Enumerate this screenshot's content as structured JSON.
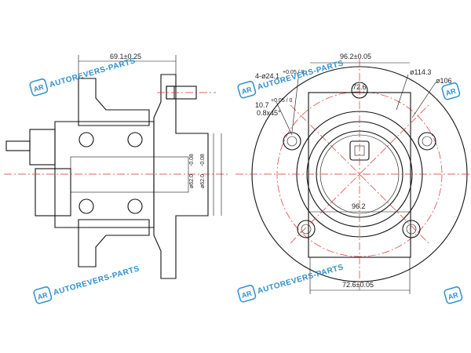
{
  "watermark": {
    "brand": "AUTOREVERS-PARTS",
    "logo_letters": "AR",
    "color": "#2f8fd0"
  },
  "side_view": {
    "overall_length": "69.1±0.25",
    "bore_a": "ø62.0",
    "bore_a_tol": "-0.08",
    "bore_b": "ø62.0",
    "bore_b_tol": "-0.08"
  },
  "front_view": {
    "bolt_width": "96.2±0.05",
    "hole_callout": "4-ø24.1",
    "hole_callout_tol": "+0.05 / 0",
    "circle_114": "ø114.3",
    "circle_106": "ø106",
    "stud_callout": "10.7",
    "stud_callout_tol": "+0.05 / 0",
    "chamfer": "0.8x45°",
    "inner_width": "72.6",
    "center_width": "96.2",
    "bottom_width": "72.6±0.05"
  },
  "colors": {
    "line": "#111111",
    "section": "#d9302c",
    "watermark": "#2f8fd0"
  }
}
